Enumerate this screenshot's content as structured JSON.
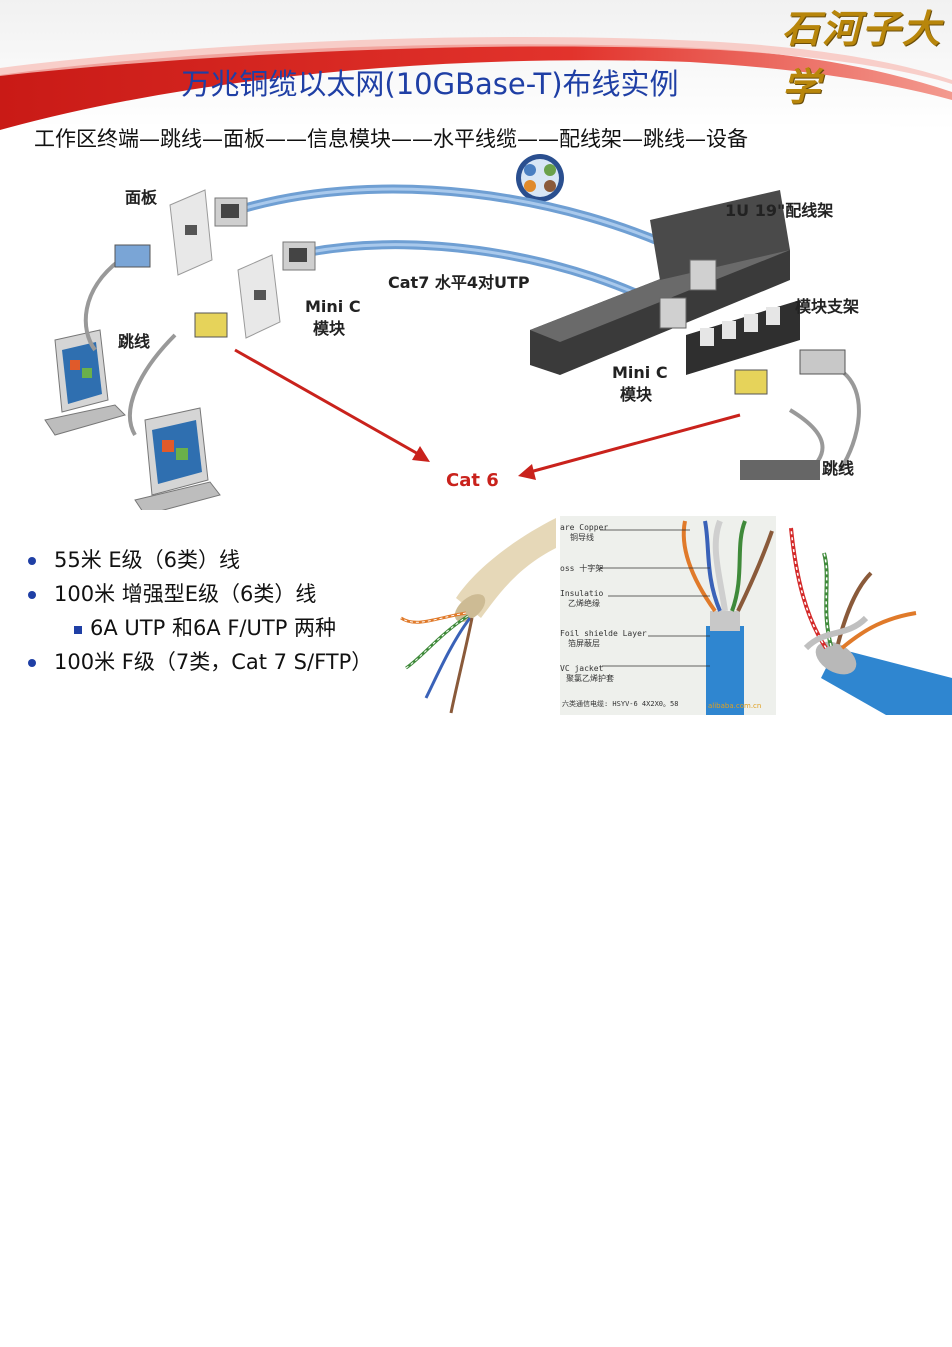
{
  "header": {
    "logo_text": "石河子大学",
    "title": "万兆铜缆以太网(10GBase-T)布线实例",
    "accent_color": "#d9231d",
    "title_color": "#1f3fa5"
  },
  "chain": {
    "text": "工作区终端—跳线—面板——信息模块——水平线缆——配线架—跳线—设备"
  },
  "diagram": {
    "labels": {
      "faceplate": "面板",
      "patch_cord_left": "跳线",
      "mini_c_left": "Mini C",
      "module_left": "模块",
      "horizontal_cable": "Cat7 水平4对UTP",
      "patch_panel": "1U 19\"配线架",
      "module_bracket": "模块支架",
      "mini_c_right": "Mini C",
      "module_right": "模块",
      "patch_cord_right": "跳线",
      "cat6": "Cat 6"
    }
  },
  "bullets": [
    {
      "level": 1,
      "text": "55米  E级（6类）线"
    },
    {
      "level": 1,
      "text": "100米 增强型E级（6类）线"
    },
    {
      "level": 2,
      "text": "6A UTP 和6A F/UTP 两种"
    },
    {
      "level": 1,
      "text": "100米 F级（7类，Cat 7 S/FTP）"
    }
  ],
  "cable_photo": {
    "labels": [
      "are Copper",
      "铜导线",
      "oss 十字架",
      "Insulatio",
      "乙烯绝缘",
      "Foil shielde Layer",
      "箔屏蔽层",
      "VC jacket",
      "聚氯乙烯护套",
      "六类通信电缆: HSYV-6 4X2X0。58",
      "alibaba.com.cn"
    ]
  }
}
